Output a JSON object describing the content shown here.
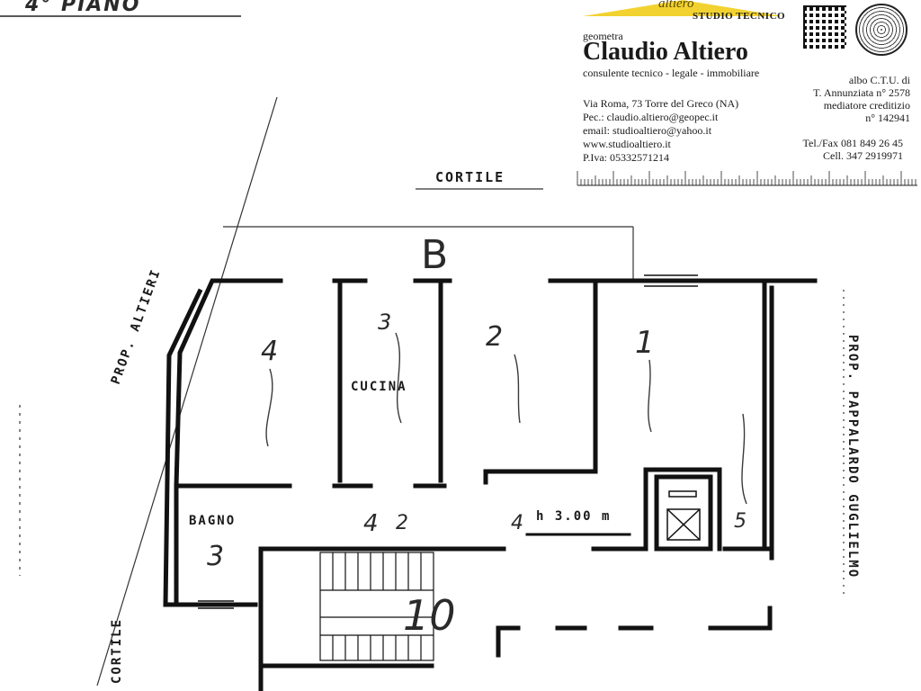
{
  "document": {
    "floor_heading": "4° PIANO"
  },
  "letterhead": {
    "logo_text": "altiero",
    "studio_tag": "STUDIO TECNICO",
    "profession": "geometra",
    "name": "Claudio Altiero",
    "tagline": "consulente tecnico - legale - immobiliare",
    "contact_lines": [
      "Via Roma, 73 Torre del Greco (NA)",
      "Pec.: claudio.altiero@geopec.it",
      "email: studioaltiero@yahoo.it",
      "www.studioaltiero.it",
      "P.Iva: 05332571214"
    ],
    "credentials": [
      "albo C.T.U. di",
      "T. Annunziata n° 2578",
      "mediatore creditizio",
      "n° 142941"
    ],
    "phones": [
      "Tel./Fax 081 849 26 45",
      "Cell. 347 2919971"
    ],
    "brand_color": "#f2d230"
  },
  "plan": {
    "labels": {
      "cortile_top": "CORTILE",
      "cortile_left": "CORTILE",
      "prop_altieri": "PROP. ALTIERI",
      "prop_pappalardo": "PROP. PAPPALARDO GUGLIELMO",
      "cucina": "CUCINA",
      "bagno": "BAGNO",
      "height": "h 3.00 m"
    },
    "handwritten": {
      "unit": "B",
      "rooms": [
        "4",
        "3",
        "2",
        "1"
      ],
      "marks": [
        "4",
        "2",
        "3",
        "5",
        "4",
        "10"
      ]
    }
  }
}
